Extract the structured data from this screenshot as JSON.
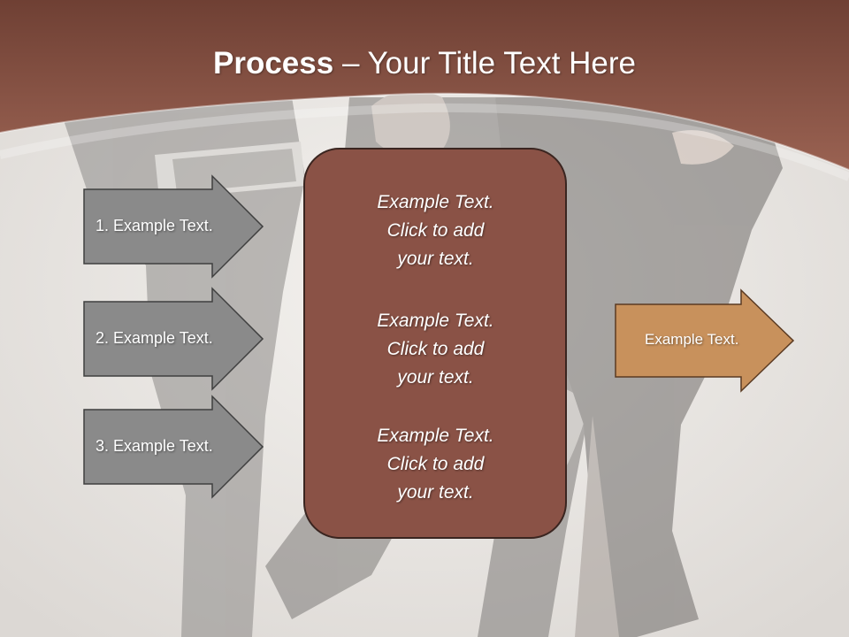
{
  "title": {
    "bold": "Process",
    "rest": " – Your Title Text Here"
  },
  "steps": [
    {
      "label": "1. Example Text."
    },
    {
      "label": "2. Example Text."
    },
    {
      "label": "3. Example Text."
    }
  ],
  "center_blocks": [
    {
      "line1": "Example Text.",
      "line2": "Click  to add",
      "line3": "your text."
    },
    {
      "line1": "Example Text.",
      "line2": "Click  to add",
      "line3": "your text."
    },
    {
      "line1": "Example Text.",
      "line2": "Click  to add",
      "line3": "your text."
    }
  ],
  "output": {
    "label": "Example Text."
  },
  "colors": {
    "header": "#8e5548",
    "step_arrow": "#8a8a8a",
    "center_box": "#8a5246",
    "output_arrow": "#c8915c"
  }
}
